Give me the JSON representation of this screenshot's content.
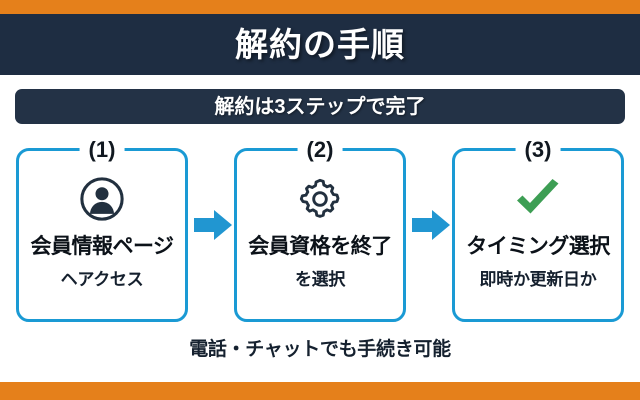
{
  "accent_color": "#e5801b",
  "header": {
    "title": "解約の手順",
    "background": "#1e2d42",
    "text_color": "#ffffff"
  },
  "subtitle": {
    "text": "解約は3ステップで完了",
    "background": "#233246",
    "text_color": "#ffffff"
  },
  "steps": {
    "card_border_color": "#1a9ad4",
    "arrow_color": "#2196d1",
    "items": [
      {
        "number": "(1)",
        "icon": "person-icon",
        "icon_color": "#22303f",
        "title": "会員情報ページ",
        "subtitle": "ヘアクセス"
      },
      {
        "number": "(2)",
        "icon": "gear-icon",
        "icon_color": "#22303f",
        "title": "会員資格を終了",
        "subtitle": "を選択"
      },
      {
        "number": "(3)",
        "icon": "check-icon",
        "icon_color": "#3d9e54",
        "title": "タイミング選択",
        "subtitle": "即時か更新日か"
      }
    ]
  },
  "footer": {
    "note": "電話・チャットでも手続き可能"
  }
}
